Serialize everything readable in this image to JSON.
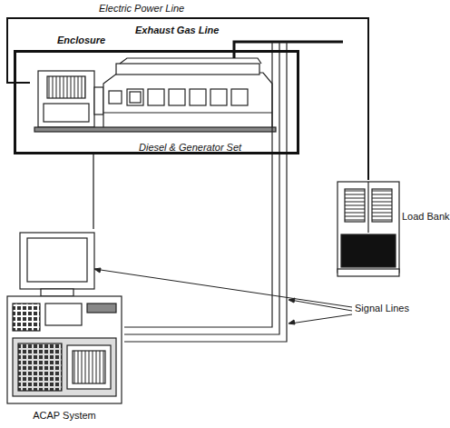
{
  "diagram": {
    "nodes": [
      {
        "text": [
          "Enclosure"
        ]
      },
      {
        "text": [
          "Diesel & Generator Set"
        ],
        "in": 0
      },
      {
        "text": [
          "Load Bank"
        ]
      },
      {
        "text": [
          "ACAP System"
        ]
      }
    ],
    "edges": [
      {
        "from": 1,
        "to": 2,
        "label": "Electric Power Line",
        "arrow": "none"
      },
      {
        "from": 1,
        "to": 3,
        "arrow": "none"
      }
    ],
    "labels": [
      "Exhaust Gas Line",
      "Signal Lines"
    ]
  }
}
